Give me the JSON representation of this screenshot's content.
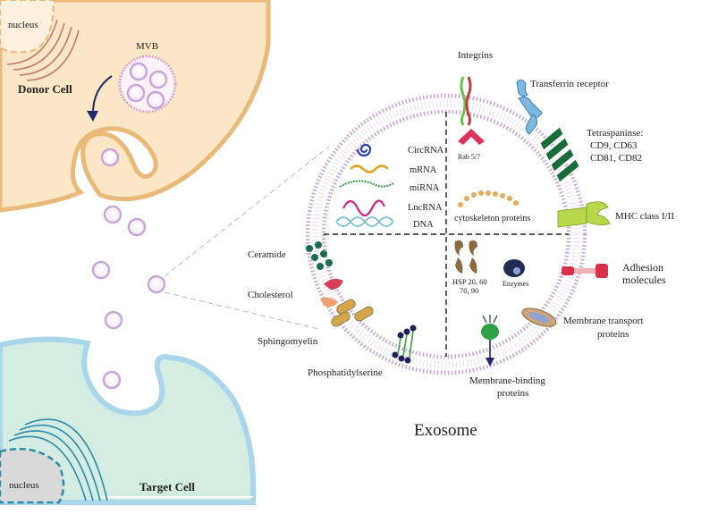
{
  "cells": {
    "donor": {
      "label": "Donor Cell",
      "nucleus": "nucleus",
      "mvb": "MVB"
    },
    "target": {
      "label": "Target Cell",
      "nucleus": "nucleus"
    }
  },
  "exosome": {
    "title": "Exosome",
    "nucleic_acids": [
      "CircRNA",
      "mRNA",
      "miRNA",
      "LncRNA",
      "DNA"
    ],
    "internal": {
      "rab": "Rab 5/7",
      "cytoskeleton": "cytoskeleton proteins",
      "hsp": "HSP 20, 60\n70, 90",
      "enzymes": "Enzymes"
    },
    "membrane_proteins": {
      "integrins": "Integrins",
      "transferrin": "Transferrin receptor",
      "tetraspanins": "Tetraspaninse:\nCD9, CD63\nCD81, CD82",
      "mhc": "MHC class I/II",
      "adhesion": "Adhesion\nmolecules",
      "transport": "Membrane transport\nproteins",
      "binding": "Membrane-binding\nproteins"
    },
    "lipids": [
      "Ceramide",
      "Cholesterol",
      "Sphingomyelin",
      "Phosphatidylserine"
    ]
  },
  "colors": {
    "donor_fill": "#fbe7c6",
    "donor_edge": "#e9b97a",
    "target_fill": "#d3ede2",
    "target_edge": "#a9d6ea",
    "membrane": "#c9a6d9"
  }
}
